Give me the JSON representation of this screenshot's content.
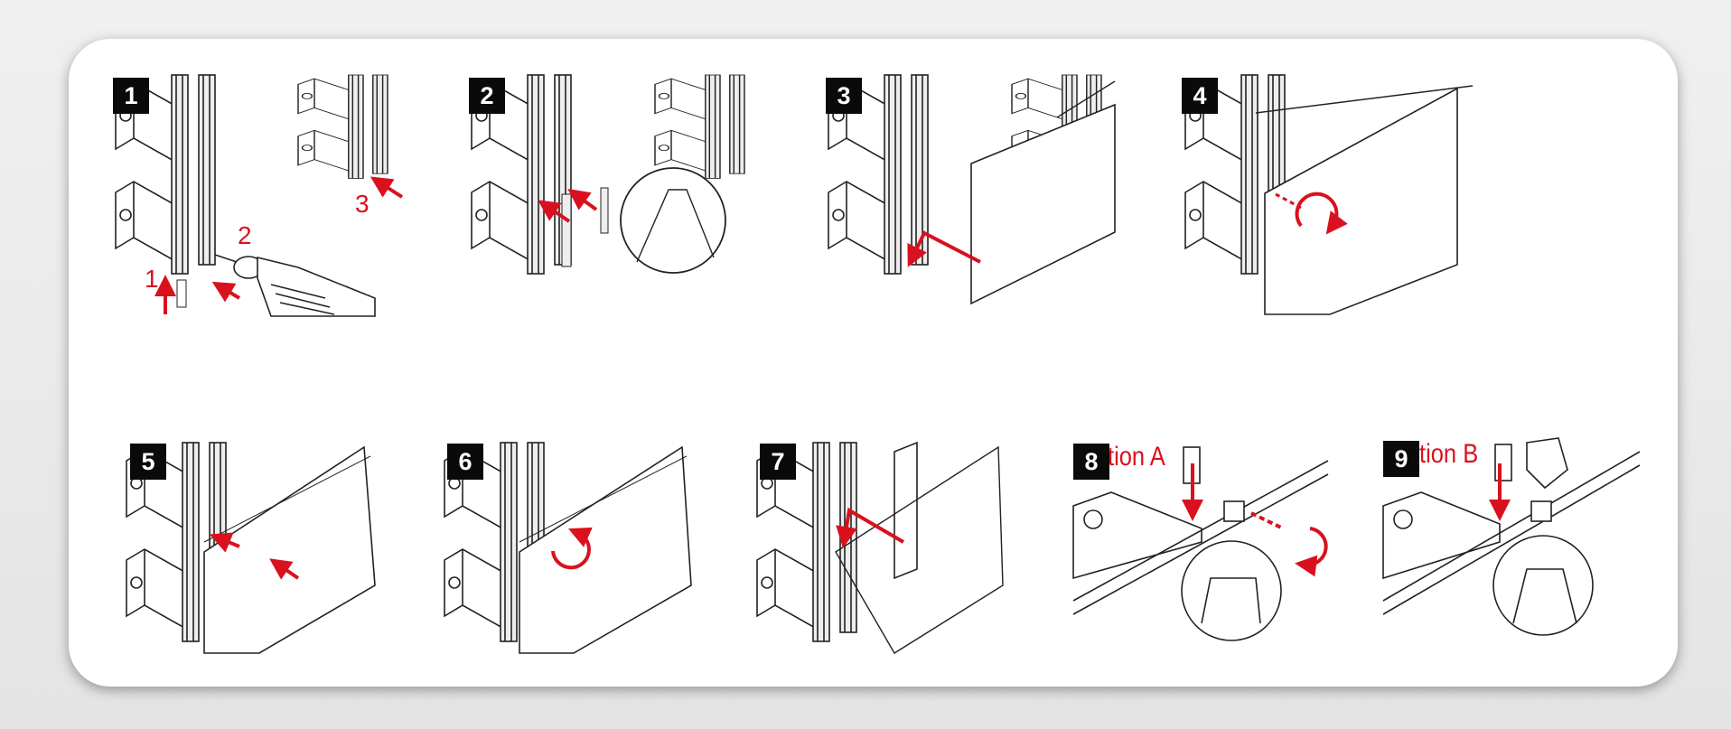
{
  "steps": [
    {
      "number": "1",
      "callouts": [
        "1",
        "2",
        "3"
      ]
    },
    {
      "number": "2"
    },
    {
      "number": "3"
    },
    {
      "number": "4"
    },
    {
      "number": "5"
    },
    {
      "number": "6"
    },
    {
      "number": "7"
    },
    {
      "number": "8",
      "caption": "tion A"
    },
    {
      "number": "9",
      "caption": "tion B"
    }
  ],
  "colors": {
    "accent": "#d9111f",
    "badge": "#0a0a0a",
    "line": "#222222"
  }
}
